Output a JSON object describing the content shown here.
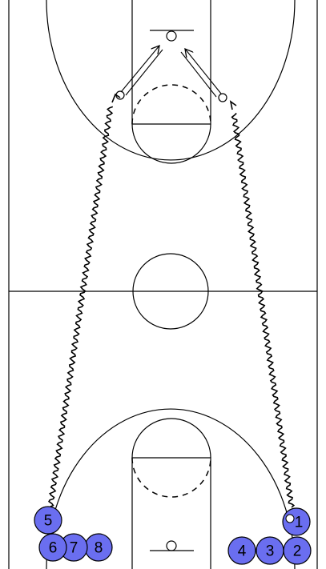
{
  "colors": {
    "court_background": "#ffffff",
    "court_lines": "#000000",
    "player_fill": "#6a6ef0",
    "ball_fill": "#ffffff"
  },
  "court": {
    "lines": [
      "sideline-left",
      "sideline-right",
      "half-court-line",
      "center-circle",
      "three-point-arc-top",
      "three-point-arc-bottom",
      "key-top",
      "key-bottom",
      "free-throw-circle-top",
      "free-throw-circle-bottom",
      "backboard-top",
      "backboard-bottom",
      "rim-top",
      "rim-bottom"
    ]
  },
  "players": [
    {
      "label": "5",
      "group": "left",
      "has_ball": false
    },
    {
      "label": "6",
      "group": "left",
      "has_ball": false
    },
    {
      "label": "7",
      "group": "left",
      "has_ball": false
    },
    {
      "label": "8",
      "group": "left",
      "has_ball": false
    },
    {
      "label": "1",
      "group": "right",
      "has_ball": true
    },
    {
      "label": "4",
      "group": "right",
      "has_ball": false
    },
    {
      "label": "3",
      "group": "right",
      "has_ball": false
    },
    {
      "label": "2",
      "group": "right",
      "has_ball": false
    }
  ],
  "actions": [
    {
      "type": "dribble",
      "from_player": "5",
      "to": "left-elbow"
    },
    {
      "type": "dribble",
      "from_player": "1",
      "to": "right-elbow"
    },
    {
      "type": "shot",
      "from": "left-elbow",
      "to": "rim-top"
    },
    {
      "type": "shot",
      "from": "right-elbow",
      "to": "rim-top"
    }
  ],
  "icons": {
    "ball": "ball-icon",
    "arrowhead": "arrowhead-icon"
  }
}
